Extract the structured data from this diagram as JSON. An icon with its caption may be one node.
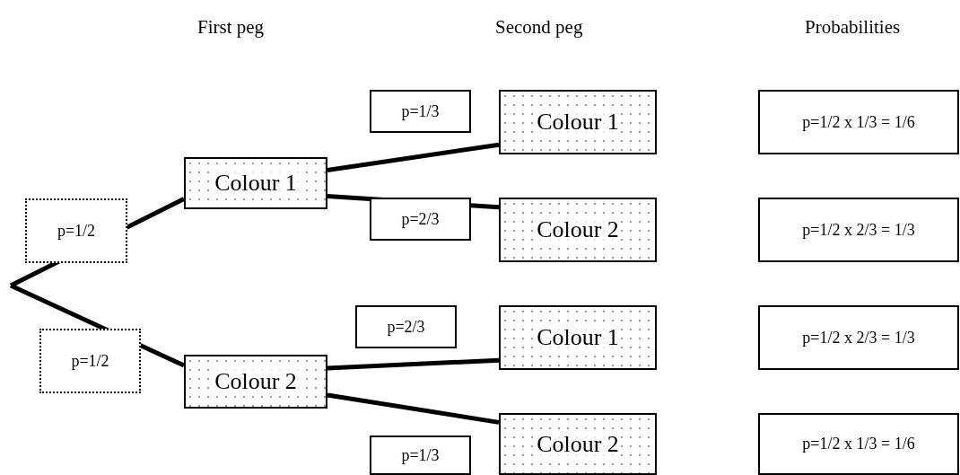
{
  "diagram": {
    "nodes": [
      {
        "text": [
          "Colour 1"
        ]
      },
      {
        "text": [
          "Colour 2"
        ]
      },
      {
        "text": [
          "Colour 1"
        ]
      },
      {
        "text": [
          "Colour 2"
        ]
      },
      {
        "text": [
          "Colour 1"
        ]
      },
      {
        "text": [
          "Colour 2"
        ]
      },
      {
        "text": [
          "p=1/2 x 1/3 = 1/6"
        ]
      },
      {
        "text": [
          "p=1/2 x 2/3 = 1/3"
        ]
      },
      {
        "text": [
          "p=1/2 x 2/3 = 1/3"
        ]
      },
      {
        "text": [
          "p=1/2 x 1/3 = 1/6"
        ]
      }
    ],
    "edges": [
      {
        "from": null,
        "to": 0,
        "arrow": "none",
        "label": "p=1/2"
      },
      {
        "from": null,
        "to": 1,
        "arrow": "none",
        "label": "p=1/2"
      },
      {
        "from": 0,
        "to": 2,
        "arrow": "none",
        "label": "p=1/3"
      },
      {
        "from": 0,
        "to": 3,
        "arrow": "none",
        "label": "p=2/3"
      },
      {
        "from": 1,
        "to": 4,
        "arrow": "none",
        "label": "p=2/3"
      },
      {
        "from": 1,
        "to": 5,
        "arrow": "none",
        "label": "p=1/3"
      }
    ],
    "labels": [
      "First peg",
      "Second peg",
      "Probabilities"
    ]
  }
}
